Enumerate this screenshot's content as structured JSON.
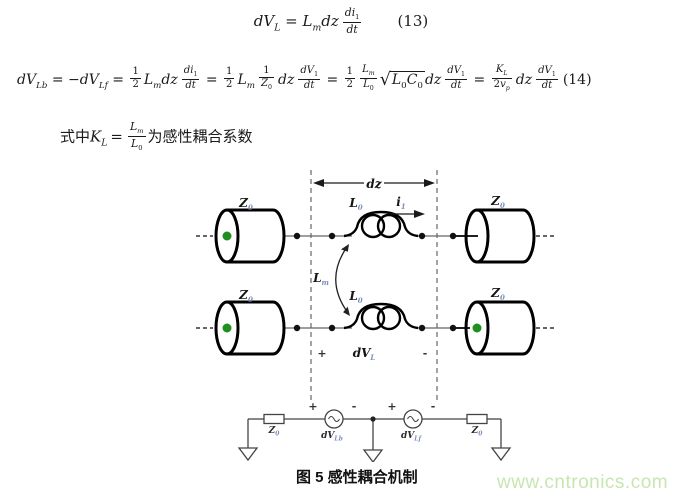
{
  "equations": {
    "eq13": {
      "tokens": [
        [
          "i",
          "dV"
        ],
        [
          "sub",
          [
            [
              "i",
              "L"
            ]
          ]
        ],
        [
          "r",
          " = "
        ],
        [
          "i",
          "L"
        ],
        [
          "sub",
          [
            [
              "i",
              "m"
            ]
          ]
        ],
        [
          "i",
          "dz"
        ],
        [
          "sp",
          2
        ],
        [
          "frac",
          [
            [
              "i",
              "di"
            ],
            [
              "sub",
              [
                [
                  "r",
                  "1"
                ]
              ]
            ]
          ],
          [
            [
              "i",
              "dt"
            ]
          ]
        ],
        [
          "sp",
          34
        ],
        [
          "r",
          "(13)"
        ]
      ]
    },
    "eq14": {
      "tokens": [
        [
          "i",
          "dV"
        ],
        [
          "sub",
          [
            [
              "i",
              "Lb"
            ]
          ]
        ],
        [
          "r",
          " = −"
        ],
        [
          "i",
          "dV"
        ],
        [
          "sub",
          [
            [
              "i",
              "Lf"
            ]
          ]
        ],
        [
          "r",
          " = "
        ],
        [
          "frac",
          [
            [
              "r",
              "1"
            ]
          ],
          [
            [
              "r",
              "2"
            ]
          ]
        ],
        [
          "sp",
          1
        ],
        [
          "i",
          "L"
        ],
        [
          "sub",
          [
            [
              "i",
              "m"
            ]
          ]
        ],
        [
          "i",
          "dz"
        ],
        [
          "sp",
          2
        ],
        [
          "frac",
          [
            [
              "i",
              "di"
            ],
            [
              "sub",
              [
                [
                  "r",
                  "1"
                ]
              ]
            ]
          ],
          [
            [
              "i",
              "dt"
            ]
          ]
        ],
        [
          "r",
          " = "
        ],
        [
          "frac",
          [
            [
              "r",
              "1"
            ]
          ],
          [
            [
              "r",
              "2"
            ]
          ]
        ],
        [
          "sp",
          1
        ],
        [
          "i",
          "L"
        ],
        [
          "sub",
          [
            [
              "i",
              "m"
            ]
          ]
        ],
        [
          "sp",
          2
        ],
        [
          "frac",
          [
            [
              "r",
              "1"
            ]
          ],
          [
            [
              "i",
              "Z"
            ],
            [
              "sub",
              [
                [
                  "r",
                  "0"
                ]
              ]
            ]
          ]
        ],
        [
          "sp",
          2
        ],
        [
          "i",
          "dz"
        ],
        [
          "sp",
          2
        ],
        [
          "frac",
          [
            [
              "i",
              "dV"
            ],
            [
              "sub",
              [
                [
                  "r",
                  "1"
                ]
              ]
            ]
          ],
          [
            [
              "i",
              "dt"
            ]
          ]
        ],
        [
          "r",
          " = "
        ],
        [
          "frac",
          [
            [
              "r",
              "1"
            ]
          ],
          [
            [
              "r",
              "2"
            ]
          ]
        ],
        [
          "sp",
          1
        ],
        [
          "frac",
          [
            [
              "i",
              "L"
            ],
            [
              "sub",
              [
                [
                  "i",
                  "m"
                ]
              ]
            ]
          ],
          [
            [
              "i",
              "L"
            ],
            [
              "sub",
              [
                [
                  "r",
                  "0"
                ]
              ]
            ]
          ]
        ],
        [
          "sp",
          1
        ],
        [
          "sqrt",
          [
            [
              "i",
              "L"
            ],
            [
              "sub",
              [
                [
                  "r",
                  "0"
                ]
              ]
            ],
            [
              "i",
              "C"
            ],
            [
              "sub",
              [
                [
                  "r",
                  "0"
                ]
              ]
            ]
          ]
        ],
        [
          "i",
          "dz"
        ],
        [
          "sp",
          2
        ],
        [
          "frac",
          [
            [
              "i",
              "dV"
            ],
            [
              "sub",
              [
                [
                  "r",
                  "1"
                ]
              ]
            ]
          ],
          [
            [
              "i",
              "dt"
            ]
          ]
        ],
        [
          "r",
          " = "
        ],
        [
          "frac",
          [
            [
              "i",
              "K"
            ],
            [
              "sub",
              [
                [
                  "i",
                  "L"
                ]
              ]
            ]
          ],
          [
            [
              "r",
              "2"
            ],
            [
              "i",
              "v"
            ],
            [
              "sub",
              [
                [
                  "i",
                  "p"
                ]
              ]
            ]
          ]
        ],
        [
          "sp",
          2
        ],
        [
          "i",
          "dz"
        ],
        [
          "sp",
          2
        ],
        [
          "frac",
          [
            [
              "i",
              "dV"
            ],
            [
              "sub",
              [
                [
                  "r",
                  "1"
                ]
              ]
            ]
          ],
          [
            [
              "i",
              "dt"
            ]
          ]
        ],
        [
          "sp",
          3
        ],
        [
          "r",
          "(14)"
        ]
      ]
    },
    "kline": {
      "tokens": [
        [
          "r",
          "式中"
        ],
        [
          "i",
          "K"
        ],
        [
          "sub",
          [
            [
              "i",
              "L"
            ]
          ]
        ],
        [
          "sp",
          3
        ],
        [
          "r",
          "="
        ],
        [
          "sp",
          3
        ],
        [
          "frac",
          [
            [
              "i",
              "L"
            ],
            [
              "sub",
              [
                [
                  "i",
                  "m"
                ]
              ]
            ]
          ],
          [
            [
              "i",
              "L"
            ],
            [
              "sub",
              [
                [
                  "r",
                  "0"
                ]
              ]
            ]
          ]
        ],
        [
          "r",
          "为感性耦合系数"
        ]
      ]
    }
  },
  "figure": {
    "caption": "图 5 感性耦合机制",
    "labels": {
      "z0": {
        "main": "Z",
        "sub": "0"
      },
      "l0": {
        "main": "L",
        "sub": "0"
      },
      "lm": {
        "main": "L",
        "sub": "m"
      },
      "i1": {
        "main": "i",
        "sub": "1"
      },
      "dz": {
        "main": "dz"
      },
      "dvl": {
        "main": "dV",
        "sub": "L"
      },
      "dvlb": {
        "main": "dV",
        "sub": "Lb"
      },
      "dvlf": {
        "main": "dV",
        "sub": "Lf"
      },
      "plus": "+",
      "minus": "-"
    }
  },
  "watermark": {
    "text": "www.cntronics.com",
    "color": "#c9e5b2"
  },
  "colors": {
    "green_dot": "#1f8f1f",
    "watermark_green": "#c9e5b2",
    "wire_gray": "#666666",
    "circuit_gray": "#444444",
    "ink": "#1a1a1a",
    "subscript_blue": "#7c8fbe"
  }
}
